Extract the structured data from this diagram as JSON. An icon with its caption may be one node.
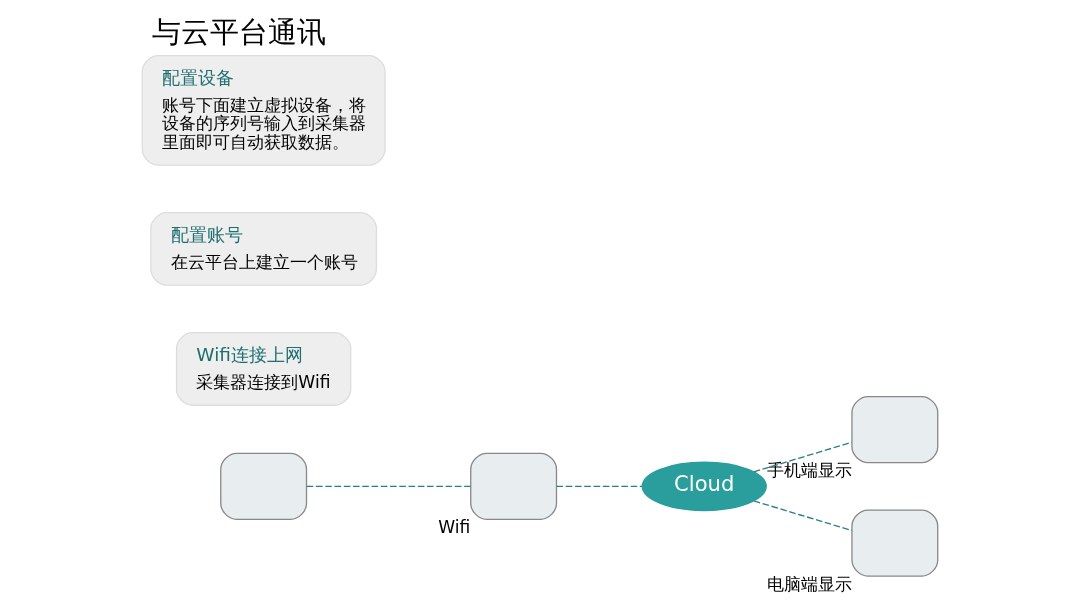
{
  "diagram": {
    "title": "与云平台通讯",
    "nodes": [
      {
        "text": [],
        "shape": "box"
      },
      {
        "text": [],
        "shape": "box",
        "beside": [
          "Wifi"
        ]
      },
      {
        "text": [
          "Cloud"
        ]
      },
      {
        "text": [],
        "shape": "box",
        "beside": [
          "手机端显示"
        ]
      },
      {
        "text": [],
        "shape": "box",
        "beside": [
          "电脑端显示"
        ]
      },
      {
        "text": [
          "Wifi连接上网",
          "采集器连接到Wifi"
        ]
      },
      {
        "text": [
          "配置账号",
          "在云平台上建立一个账号"
        ]
      },
      {
        "text": [
          "配置设备",
          "账号下面建立虚拟设备，将设备的序列号输入到采集器里面即可自动获取数据。"
        ]
      }
    ],
    "edges": [
      {
        "from": 0,
        "to": 1,
        "arrow": "none",
        "style": "dashed"
      },
      {
        "from": 1,
        "to": 2,
        "arrow": "none",
        "style": "dashed"
      },
      {
        "from": 2,
        "to": 3,
        "arrow": "none",
        "style": "dashed"
      },
      {
        "from": 2,
        "to": 4,
        "arrow": "none",
        "style": "dashed"
      }
    ]
  }
}
